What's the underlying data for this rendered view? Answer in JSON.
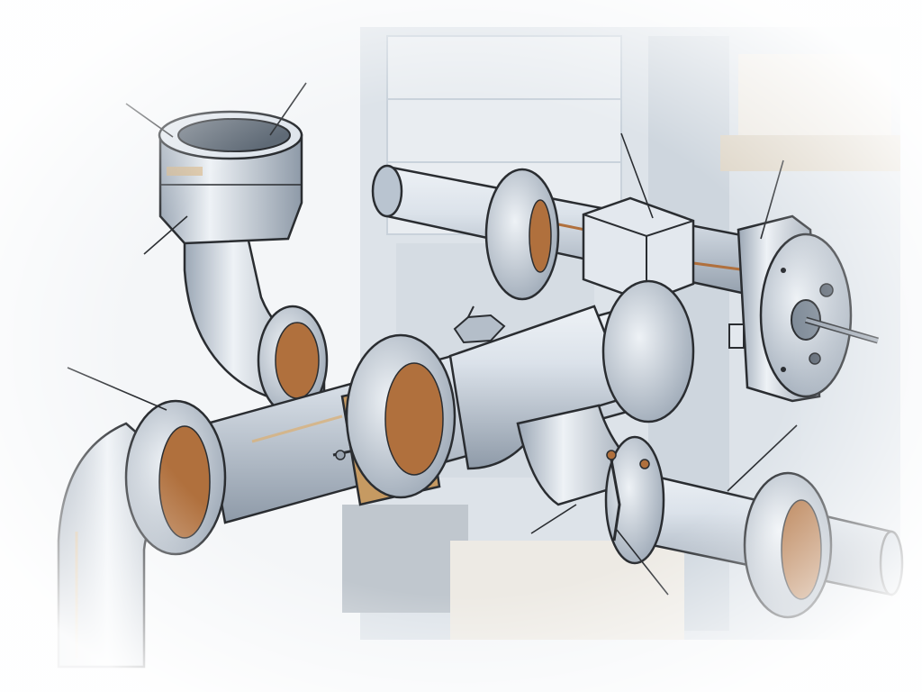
{
  "colors": {
    "background": "#f4f6f8",
    "pipe": "#c9d3de",
    "pipe_light": "#eef2f6",
    "pipe_shadow": "#8e9aa8",
    "gasket": "#b0703d",
    "outline": "#2a2d31"
  },
  "callouts": [
    {
      "name": "callout-top-left",
      "title": "",
      "body": ""
    },
    {
      "name": "callout-top-center",
      "title": "",
      "body": ""
    },
    {
      "name": "callout-mid-left",
      "title": "",
      "body": ""
    },
    {
      "name": "callout-left",
      "title": "",
      "body": ""
    },
    {
      "name": "callout-box",
      "title": "",
      "body": ""
    },
    {
      "name": "callout-right-top",
      "title": "",
      "body": ""
    },
    {
      "name": "callout-right-mid",
      "title": "",
      "body": ""
    },
    {
      "name": "callout-bottom-center",
      "title": "",
      "body": ""
    },
    {
      "name": "callout-bottom-right",
      "title": "",
      "body": ""
    }
  ]
}
